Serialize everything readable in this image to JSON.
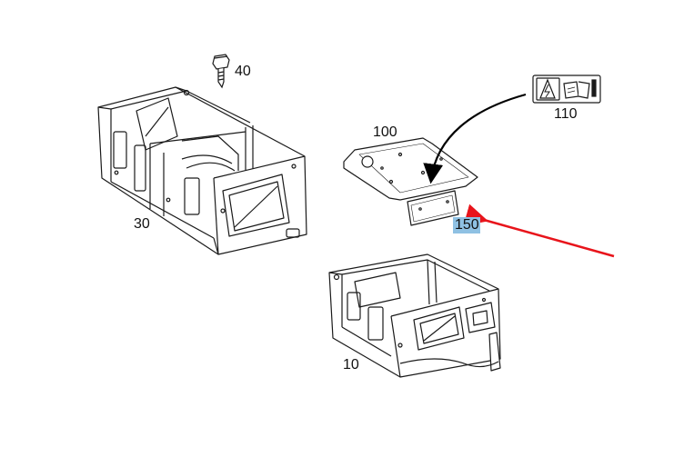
{
  "diagram": {
    "parts": [
      {
        "id": "10",
        "label": "10"
      },
      {
        "id": "30",
        "label": "30"
      },
      {
        "id": "40",
        "label": "40"
      },
      {
        "id": "100",
        "label": "100"
      },
      {
        "id": "110",
        "label": "110"
      },
      {
        "id": "150",
        "label": "150"
      }
    ],
    "highlighted_part": "150",
    "colors": {
      "line": "#1a1a1a",
      "highlight_bg": "#8fc1e3",
      "pointer_arrow": "#e8141b",
      "callout_arrow": "#000000"
    },
    "icons": [
      "screw-icon",
      "electrical-warning-decal-icon"
    ]
  }
}
